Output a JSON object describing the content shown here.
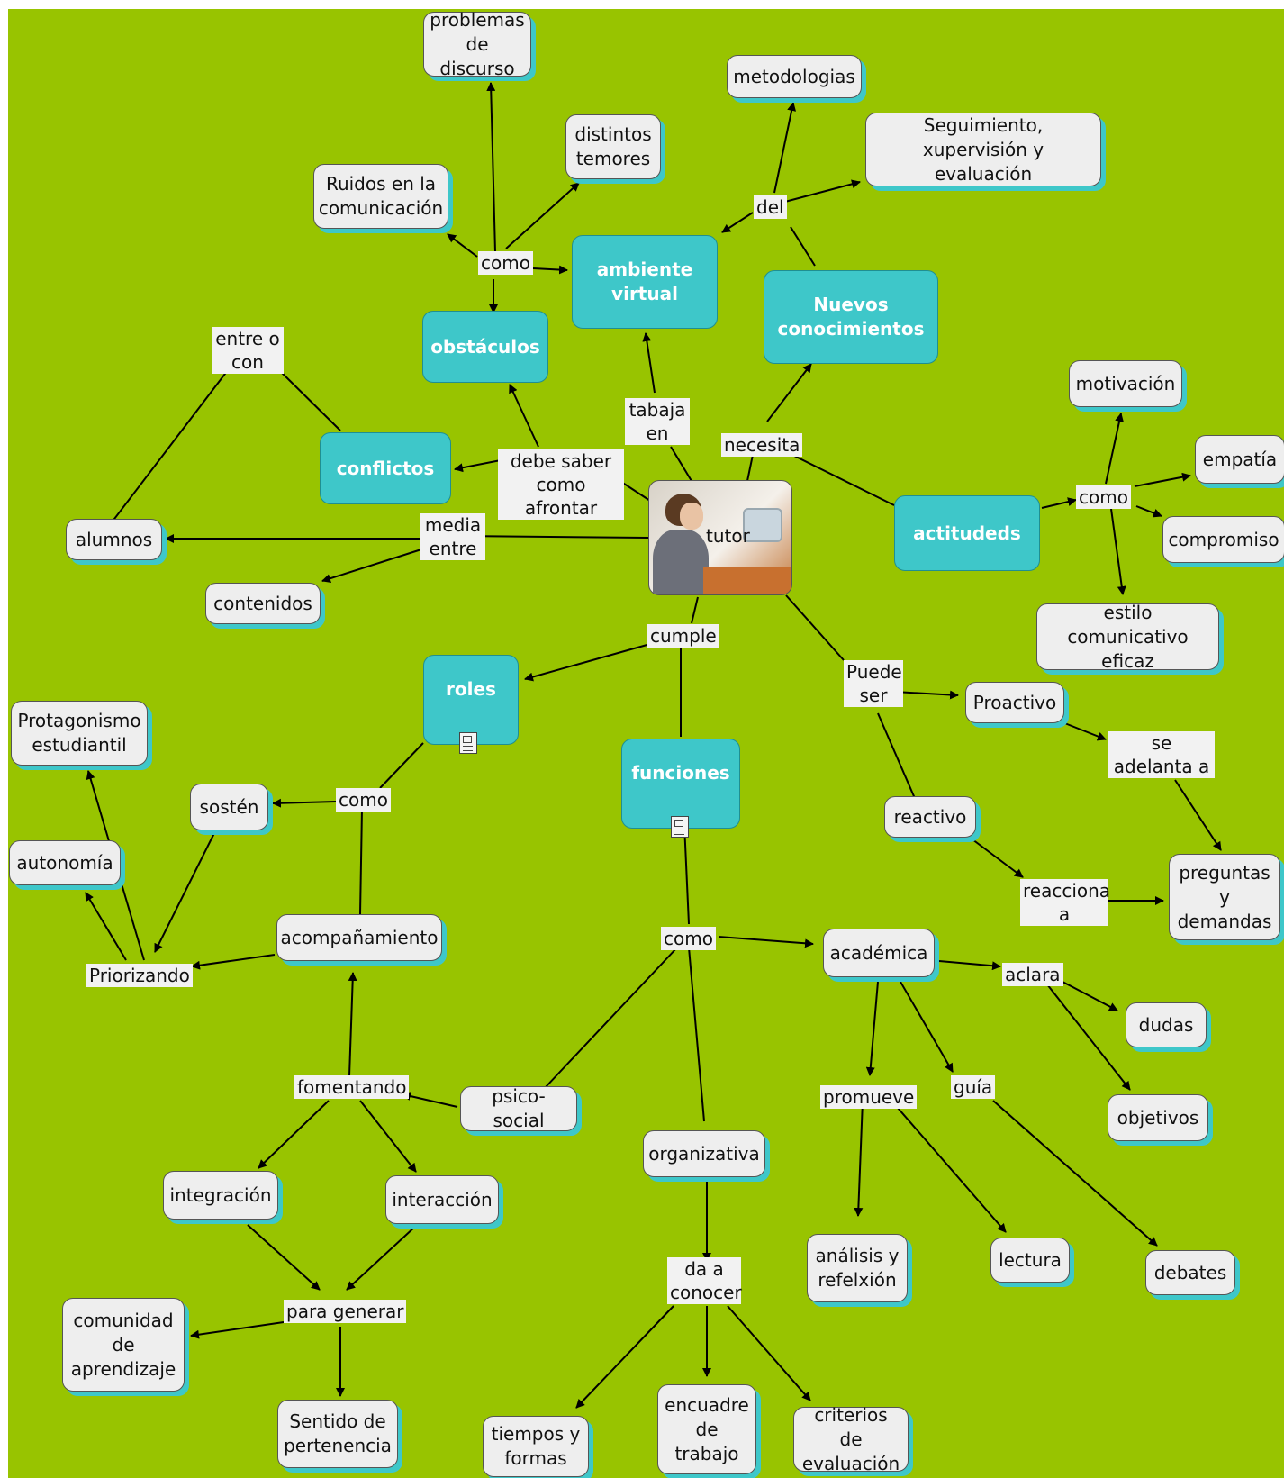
{
  "colors": {
    "background": "#98c400",
    "concept_fill": "#eeeeee",
    "key_concept_fill": "#3ec7c9",
    "shadow": "#3ec7c9",
    "line": "#000000"
  },
  "center": {
    "label": "tutor",
    "image": "woman-at-computer-photo"
  },
  "concepts": {
    "problemas_discurso": "problemas de discurso",
    "metodologias": "metodologias",
    "distintos_temores": "distintos temores",
    "seguimiento": "Seguimiento, xupervisión y evaluación",
    "ruidos": "Ruidos en la comunicación",
    "ambiente_virtual": "ambiente virtual",
    "nuevos_conocimientos": "Nuevos conocimientos",
    "obstaculos": "obstáculos",
    "motivacion": "motivación",
    "conflictos": "conflictos",
    "empatia": "empatía",
    "actitudeds": "actitudeds",
    "compromiso": "compromiso",
    "alumnos": "alumnos",
    "contenidos": "contenidos",
    "estilo": "estilo comunicativo eficaz",
    "roles": "roles",
    "proactivo": "Proactivo",
    "protagonismo": "Protagonismo estudiantil",
    "funciones": "funciones",
    "sosten": "sostén",
    "reactivo": "reactivo",
    "autonomia": "autonomía",
    "preguntas": "preguntas y demandas",
    "acompanamiento": "acompañamiento",
    "academica": "académica",
    "dudas": "dudas",
    "psicosocial": "psico-social",
    "objetivos": "objetivos",
    "organizativa": "organizativa",
    "integracion": "integración",
    "interaccion": "interacción",
    "analisis": "análisis y refelxión",
    "lectura": "lectura",
    "debates": "debates",
    "comunidad": "comunidad de aprendizaje",
    "sentido": "Sentido de pertenencia",
    "tiempos": "tiempos y formas",
    "encuadre": "encuadre de trabajo",
    "criterios": "criterios de evaluación"
  },
  "links": {
    "como_top": "como",
    "del": "del",
    "entre_con": "entre o con",
    "tabaja_en": "tabaja en",
    "necesita": "necesita",
    "debe_saber": "debe saber como afrontar",
    "como_right": "como",
    "media_entre": "media entre",
    "cumple": "cumple",
    "puede_ser": "Puede ser",
    "se_adelanta": "se adelanta a",
    "como_roles": "como",
    "reacciona": "reacciona a",
    "como_funciones": "como",
    "aclara": "aclara",
    "priorizando": "Priorizando",
    "fomentando": "fomentando",
    "guia": "guía",
    "promueve": "promueve",
    "para_generar": "para generar",
    "da_a_conocer": "da a conocer"
  }
}
